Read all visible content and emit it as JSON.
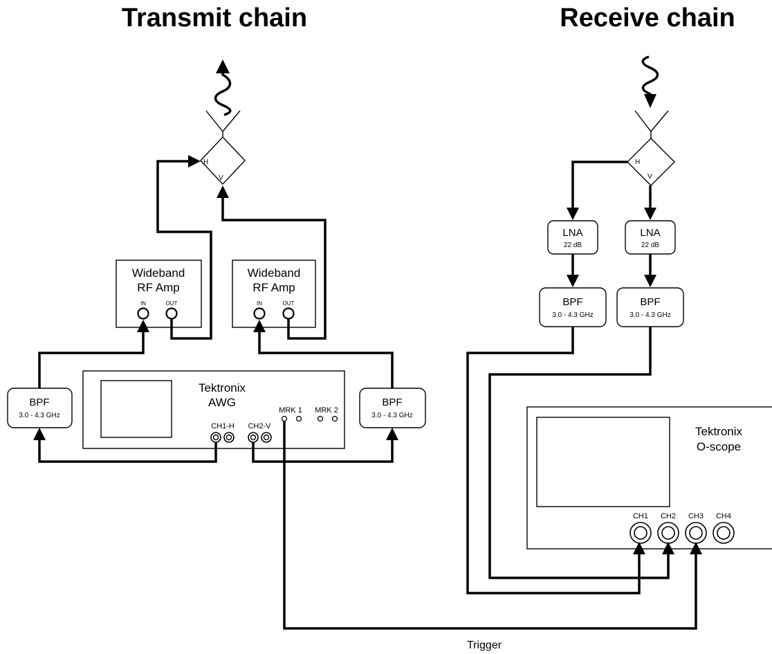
{
  "titles": {
    "transmit": "Transmit chain",
    "receive": "Receive chain"
  },
  "antenna": {
    "port_h": "H",
    "port_v": "V"
  },
  "transmit": {
    "amp_left": {
      "line1": "Wideband",
      "line2": "RF Amp",
      "in": "IN",
      "out": "OUT"
    },
    "amp_right": {
      "line1": "Wideband",
      "line2": "RF Amp",
      "in": "IN",
      "out": "OUT"
    },
    "bpf_left": {
      "name": "BPF",
      "range": "3.0 - 4.3 GHz"
    },
    "bpf_right": {
      "name": "BPF",
      "range": "3.0 - 4.3 GHz"
    },
    "awg": {
      "line1": "Tektronix",
      "line2": "AWG",
      "ch1": "CH1-H",
      "ch2": "CH2-V",
      "mrk1": "MRK 1",
      "mrk2": "MRK 2"
    }
  },
  "receive": {
    "lna_left": {
      "name": "LNA",
      "gain": "22 dB"
    },
    "lna_right": {
      "name": "LNA",
      "gain": "22 dB"
    },
    "bpf_left": {
      "name": "BPF",
      "range": "3.0 - 4.3 GHz"
    },
    "bpf_right": {
      "name": "BPF",
      "range": "3.0 - 4.3 GHz"
    },
    "scope": {
      "line1": "Tektronix",
      "line2": "O-scope",
      "ch1": "CH1",
      "ch2": "CH2",
      "ch3": "CH3",
      "ch4": "CH4"
    }
  },
  "trigger_label": "Trigger"
}
